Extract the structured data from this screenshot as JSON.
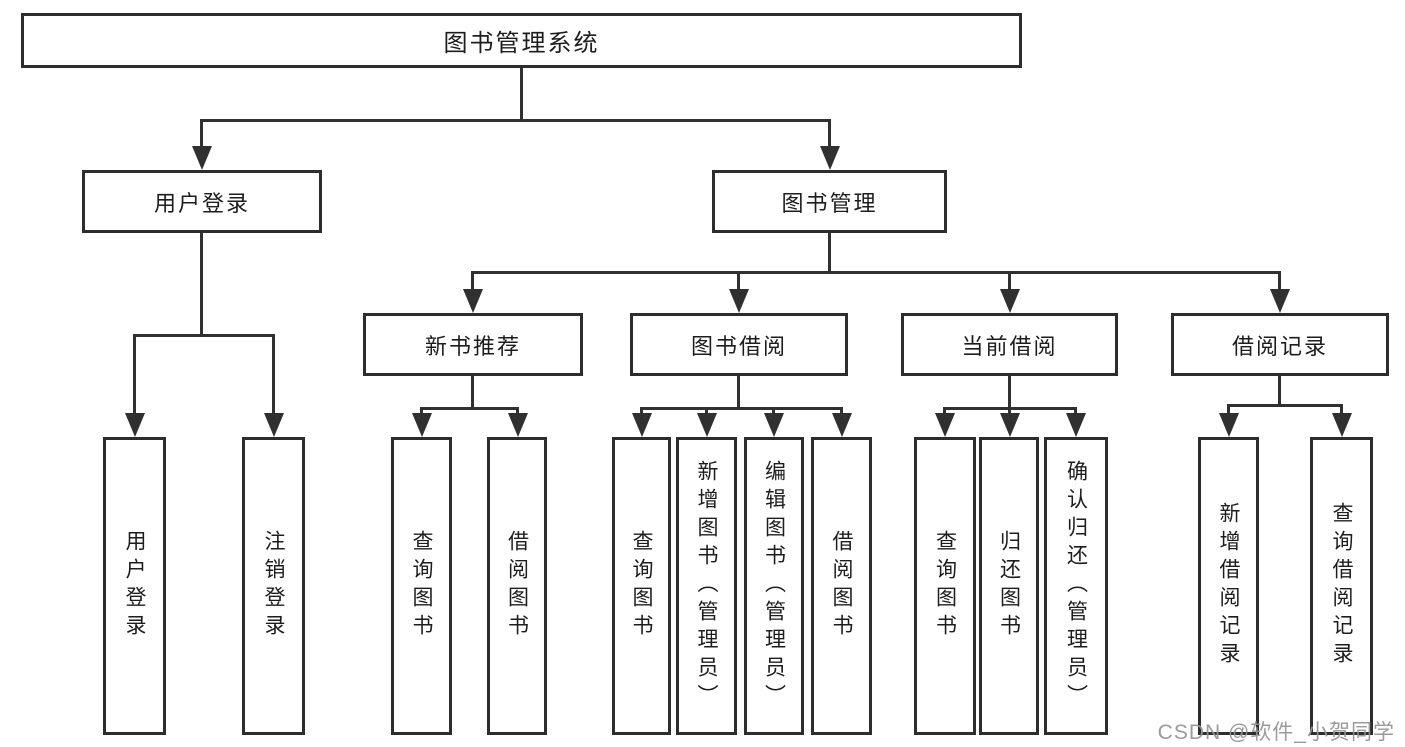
{
  "diagram": {
    "title": "图书管理系统",
    "type": "tree-diagram",
    "colors": {
      "line": "#303030",
      "box_border": "#2d2d2d",
      "text": "#1d1d1d",
      "background": "#ffffff",
      "watermark": "#969696"
    },
    "nodes": {
      "root": "图书管理系统",
      "user_login": "用户登录",
      "book_mgmt": "图书管理",
      "leaf_user_login": "用户登录",
      "leaf_logout": "注销登录",
      "new_book_rec": "新书推荐",
      "book_borrow": "图书借阅",
      "current_borrow": "当前借阅",
      "borrow_record": "借阅记录",
      "rec_query_book": "查询图书",
      "rec_borrow_book": "借阅图书",
      "bb_query_book": "查询图书",
      "bb_add_book": "新增图书（管理员）",
      "bb_edit_book": "编辑图书（管理员）",
      "bb_borrow_book": "借阅图书",
      "cb_query_book": "查询图书",
      "cb_return_book": "归还图书",
      "cb_confirm_return": "确认归还（管理员）",
      "br_add_record": "新增借阅记录",
      "br_query_record": "查询借阅记录"
    },
    "edges": [
      [
        "root",
        "user_login"
      ],
      [
        "root",
        "book_mgmt"
      ],
      [
        "user_login",
        "leaf_user_login"
      ],
      [
        "user_login",
        "leaf_logout"
      ],
      [
        "book_mgmt",
        "new_book_rec"
      ],
      [
        "book_mgmt",
        "book_borrow"
      ],
      [
        "book_mgmt",
        "current_borrow"
      ],
      [
        "book_mgmt",
        "borrow_record"
      ],
      [
        "new_book_rec",
        "rec_query_book"
      ],
      [
        "new_book_rec",
        "rec_borrow_book"
      ],
      [
        "book_borrow",
        "bb_query_book"
      ],
      [
        "book_borrow",
        "bb_add_book"
      ],
      [
        "book_borrow",
        "bb_edit_book"
      ],
      [
        "book_borrow",
        "bb_borrow_book"
      ],
      [
        "current_borrow",
        "cb_query_book"
      ],
      [
        "current_borrow",
        "cb_return_book"
      ],
      [
        "current_borrow",
        "cb_confirm_return"
      ],
      [
        "borrow_record",
        "br_add_record"
      ],
      [
        "borrow_record",
        "br_query_record"
      ]
    ],
    "watermark": "CSDN @软件_小贺同学"
  }
}
